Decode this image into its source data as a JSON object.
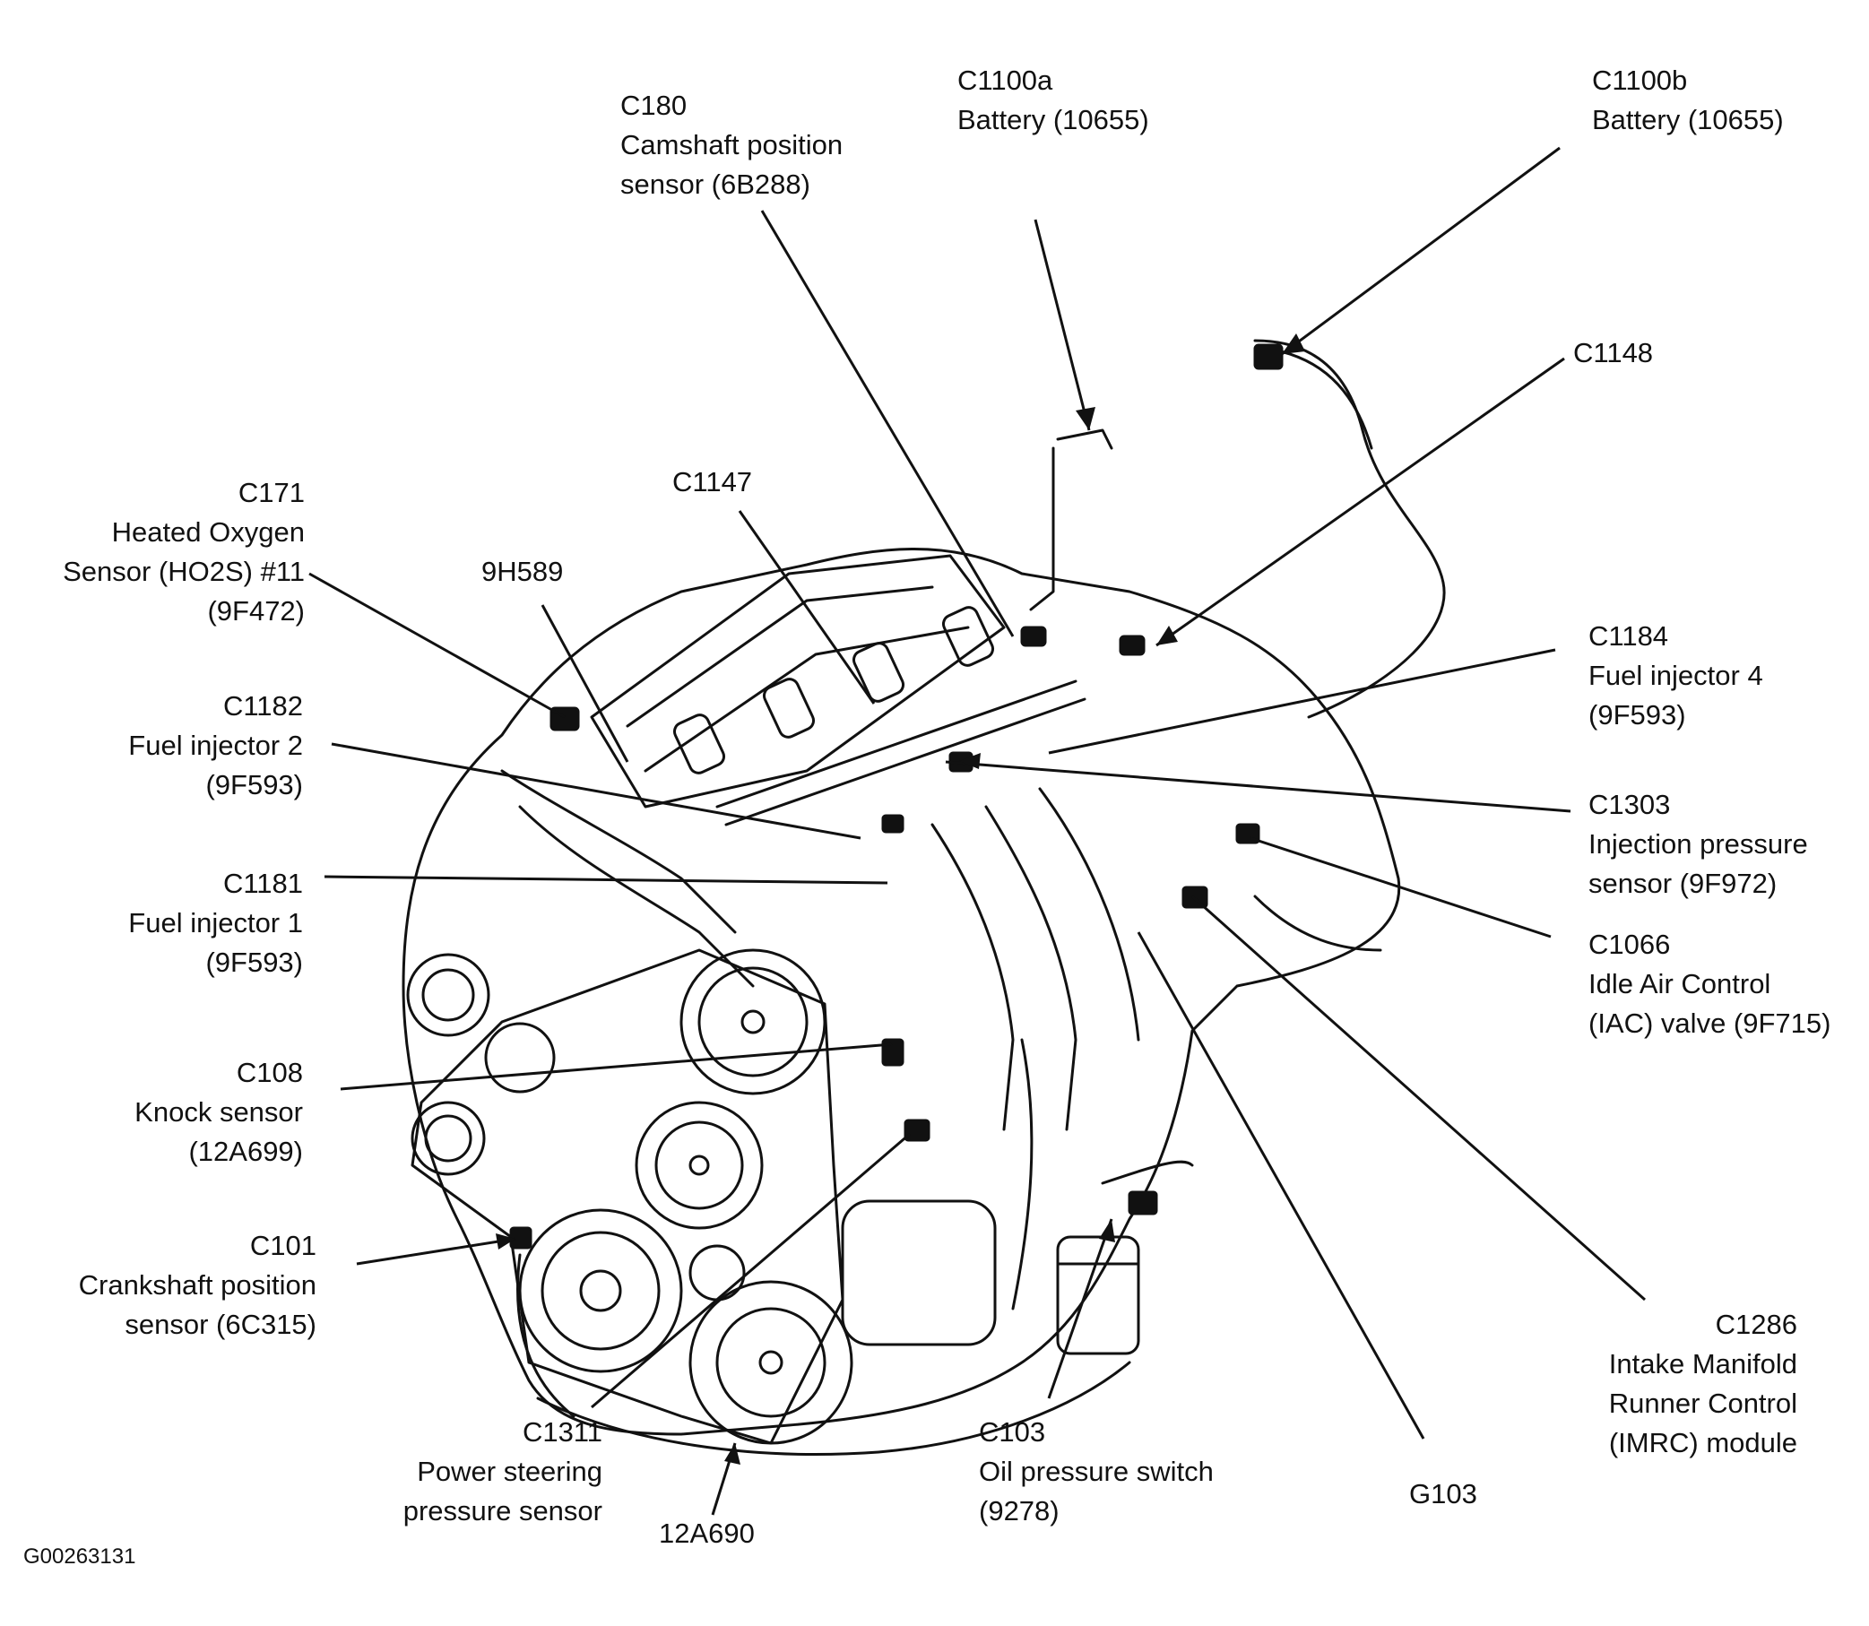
{
  "labels": {
    "c180": [
      "C180",
      "Camshaft position",
      "sensor (6B288)"
    ],
    "c1100a": [
      "C1100a",
      "Battery (10655)"
    ],
    "c1100b": [
      "C1100b",
      "Battery (10655)"
    ],
    "c1148": [
      "C1148"
    ],
    "c171": [
      "C171",
      "Heated Oxygen",
      "Sensor (HO2S) #11",
      "(9F472)"
    ],
    "h9h589": [
      "9H589"
    ],
    "c1147": [
      "C1147"
    ],
    "c1182": [
      "C1182",
      "Fuel injector 2",
      "(9F593)"
    ],
    "c1184": [
      "C1184",
      "Fuel injector 4",
      "(9F593)"
    ],
    "c1303": [
      "C1303",
      "Injection pressure",
      "sensor (9F972)"
    ],
    "c1181": [
      "C1181",
      "Fuel injector 1",
      "(9F593)"
    ],
    "c1066": [
      "C1066",
      "Idle Air Control",
      "(IAC) valve (9F715)"
    ],
    "c108": [
      "C108",
      "Knock sensor",
      "(12A699)"
    ],
    "c101": [
      "C101",
      "Crankshaft position",
      "sensor (6C315)"
    ],
    "c1286": [
      "C1286",
      "Intake Manifold",
      "Runner Control",
      "(IMRC) module"
    ],
    "c1311": [
      "C1311",
      "Power steering",
      "pressure sensor"
    ],
    "c103": [
      "C103",
      "Oil pressure switch",
      "(9278)"
    ],
    "g103": [
      "G103"
    ],
    "h12a690": [
      "12A690"
    ]
  },
  "figure_id": "G00263131"
}
